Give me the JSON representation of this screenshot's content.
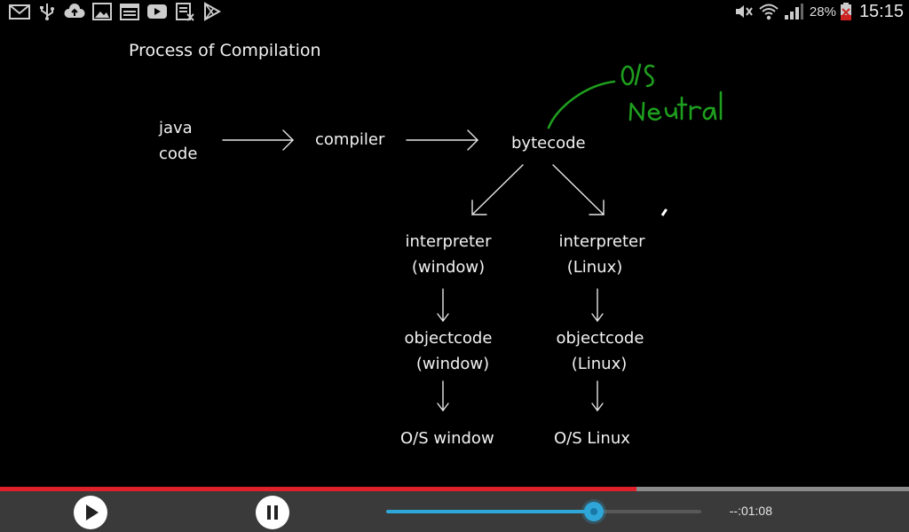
{
  "status_bar": {
    "notification_icons": [
      "email-icon",
      "usb-icon",
      "cloud-upload-icon",
      "gallery-icon",
      "calendar-icon",
      "youtube-icon",
      "document-icon",
      "play-store-icon"
    ],
    "system_icons": [
      "mute-icon",
      "wifi-icon",
      "signal-icon",
      "battery-icon"
    ],
    "battery_percent": "28%",
    "time": "15:15"
  },
  "slide": {
    "title": "Process of Compilation",
    "java_line1": "java",
    "java_line2": "code",
    "compiler": "compiler",
    "bytecode": "bytecode",
    "left": {
      "interpreter": "interpreter",
      "interpreter_os": "(window)",
      "objectcode": "objectcode",
      "objectcode_os": "(window)",
      "os": "O/S window"
    },
    "right": {
      "interpreter": "interpreter",
      "interpreter_os": "(Linux)",
      "objectcode": "objectcode",
      "objectcode_os": "(Linux)",
      "os": "O/S Linux"
    },
    "annotation": "O/S Neutral",
    "annotation_color": "#1e9e1e"
  },
  "player": {
    "video_progress": 0.7,
    "seek_progress": 0.66,
    "time_remaining": "--:01:08",
    "accent_color": "#2fa6d8",
    "progress_color": "#e0202a"
  }
}
